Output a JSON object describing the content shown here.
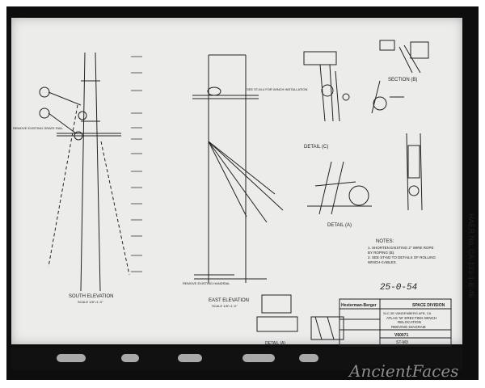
{
  "drawing": {
    "views": {
      "south_elevation": "SOUTH ELEVATION",
      "south_scale": "SCALE 1/8\"=1'-0\"",
      "east_elevation": "EAST ELEVATION",
      "east_scale": "SCALE 1/8\"=1'-0\"",
      "section_b": "SECTION (B)",
      "detail_c": "DETAIL (C)",
      "detail_a": "DETAIL (A)",
      "detail_a_lower": "DETAIL (A)"
    },
    "annotations": {
      "remove_handrail": "REMOVE EXISTING GRATE RAIL",
      "see_note": "SEE ST-M-4 FOR WINCH INSTALLATION",
      "remove_crane": "REMOVE EXISTING HANDRAIL"
    },
    "notes_heading": "NOTES:",
    "notes": [
      "1. SHORTEN EXISTING 2\" WIRE ROPE",
      "   BY ROPING (B).",
      "2. SEE ST-M2 TO DETAILS OF ROLLING",
      "   WINCH-CABLES."
    ],
    "handwritten_number": "25-0-54",
    "title_block": {
      "company": "Hesterman-Berger",
      "division": "SPACE DIVISION",
      "location": "SLC-3E VANDENBERG AFB, CA",
      "title_line1": "ATLAS 'W' ERECTING WINCH",
      "title_line2": "RELOCATION",
      "title_line3": "REEVING DIAGRAM",
      "drawing_number": "V60071",
      "sheet": "ST-M3"
    },
    "habs_caption": "HAER No. CA-133-1-B-46",
    "watermark": "AncientFaces"
  }
}
